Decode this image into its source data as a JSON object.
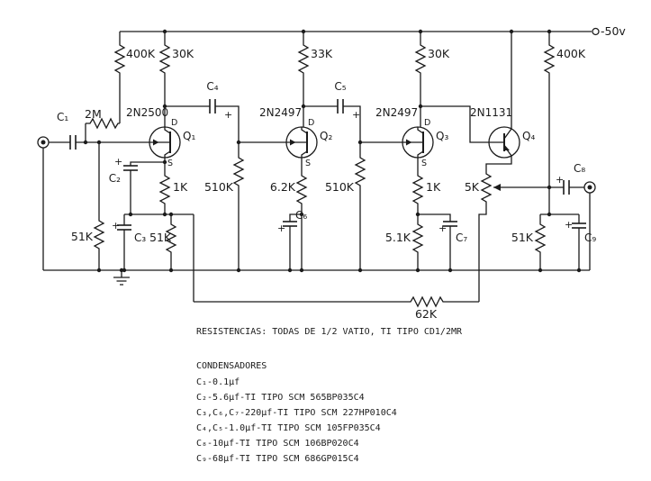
{
  "supply_label": "-50v",
  "plus": "+",
  "pins": {
    "d": "D",
    "s": "S"
  },
  "transistors": {
    "q1": {
      "part": "2N2500",
      "ref": "Q₁"
    },
    "q2": {
      "part": "2N2497",
      "ref": "Q₂"
    },
    "q3": {
      "part": "2N2497",
      "ref": "Q₃"
    },
    "q4": {
      "part": "2N1131",
      "ref": "Q₄"
    }
  },
  "resistors": {
    "r400k_left": "400K",
    "r30k_left": "30K",
    "r33k": "33K",
    "r30k_right": "30K",
    "r400k_right": "400K",
    "r2m": "2M",
    "r1k_q1": "1K",
    "r510k_a": "510K",
    "r6k2": "6.2K",
    "r510k_b": "510K",
    "r1k_q3": "1K",
    "r5k_pot": "5K",
    "r51k_bias": "51K",
    "r51k_q1": "51K",
    "r5k1_q3": "5.1K",
    "r51k_out": "51K",
    "r62k_fb": "62K"
  },
  "capacitors": {
    "c1": "C₁",
    "c2": "C₂",
    "c3": "C₃",
    "c4": "C₄",
    "c5": "C₅",
    "c6": "C₆",
    "c7": "C₇",
    "c8": "C₈",
    "c9": "C₉"
  },
  "notes": {
    "resistors_note": "RESISTENCIAS: TODAS DE 1/2 VATIO, TI TIPO CD1/2MR",
    "capacitors_title": "CONDENSADORES",
    "cap_lines": [
      "C₁-0.1μf",
      "C₂-5.6μf-TI TIPO SCM 565BP035C4",
      "C₃,C₆,C₇-220μf-TI TIPO SCM 227HP010C4",
      "C₄,C₅-1.0μf-TI TIPO SCM 105FP035C4",
      "C₈-10μf-TI TIPO SCM 106BP020C4",
      "C₉-68μf-TI TIPO SCM 686GP015C4"
    ]
  }
}
